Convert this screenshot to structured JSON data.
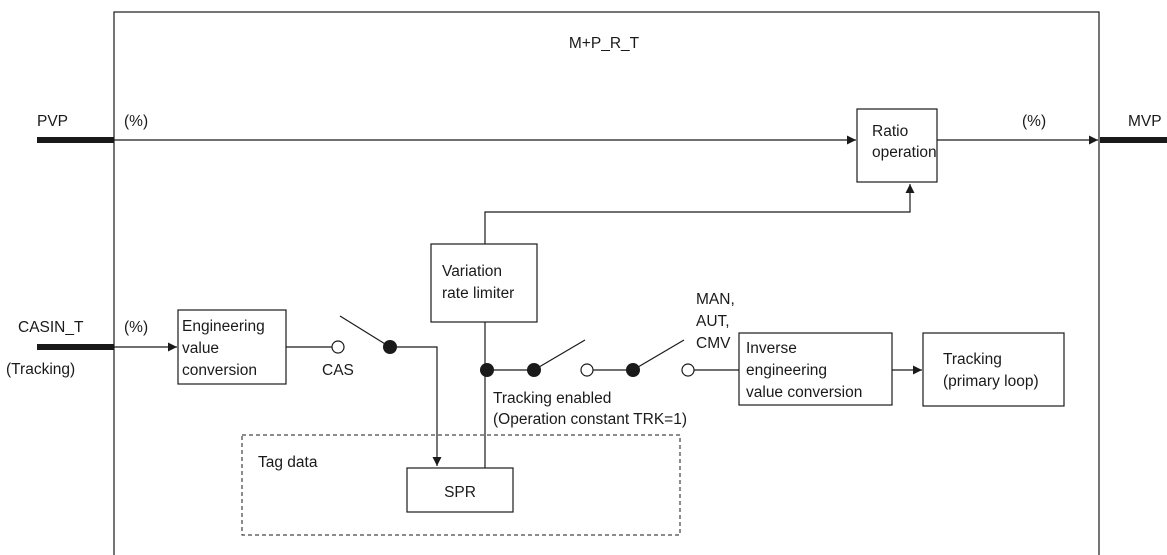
{
  "title": "M+P_R_T",
  "inputs": {
    "pvp": "PVP",
    "pvp_unit": "(%)",
    "casin": "CASIN_T",
    "casin_unit": "(%)",
    "casin_note": "(Tracking)"
  },
  "outputs": {
    "mvp": "MVP",
    "mvp_unit": "(%)"
  },
  "blocks": {
    "ratio": [
      "Ratio",
      "operation"
    ],
    "variation": [
      "Variation",
      "rate limiter"
    ],
    "engineering": [
      "Engineering",
      "value",
      "conversion"
    ],
    "inverse": [
      "Inverse",
      "engineering",
      "value conversion"
    ],
    "tracking": [
      "Tracking",
      "(primary loop)"
    ],
    "spr": "SPR"
  },
  "labels": {
    "cas": "CAS",
    "modes": [
      "MAN,",
      "AUT,",
      "CMV"
    ],
    "tracking_enabled": [
      "Tracking enabled",
      "(Operation constant TRK=1)"
    ],
    "tag_data": "Tag data"
  },
  "colors": {
    "line": "#1a1a1a",
    "background": "#ffffff"
  }
}
